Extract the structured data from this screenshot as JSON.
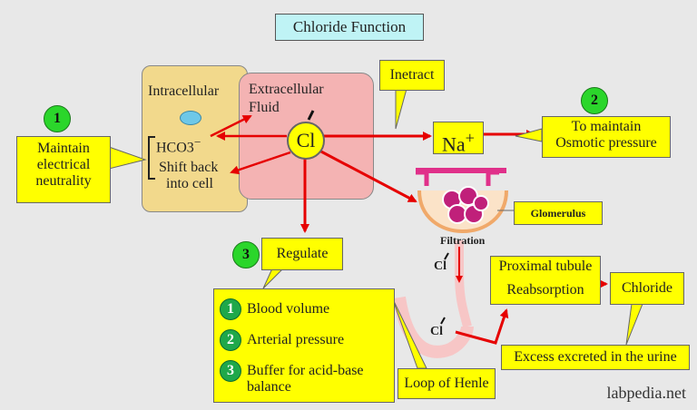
{
  "title": "Chloride Function",
  "intracellular": "Intracellular",
  "extracellular": {
    "line1": "Extracellular",
    "line2": "Fluid"
  },
  "hco3": "HCO3",
  "hco3_sup": "−",
  "shift": {
    "line1": "Shift back",
    "line2": "into cell"
  },
  "cl_center": "Cl",
  "interact": "Inetract",
  "na": "Na",
  "na_sup": "+",
  "numbers": {
    "one": "1",
    "two": "2",
    "three": "3"
  },
  "maintain": {
    "line1": "Maintain",
    "line2": "electrical",
    "line3": "neutrality"
  },
  "osmotic": {
    "line1": "To maintain",
    "line2": "Osmotic pressure"
  },
  "glomerulus": "Glomerulus",
  "filtration": "Filtration",
  "cl_small": "Cl",
  "regulate": "Regulate",
  "regulate_items": [
    {
      "num": "1",
      "text": "Blood volume"
    },
    {
      "num": "2",
      "text": "Arterial pressure"
    },
    {
      "num": "3",
      "text": "Buffer for acid-base",
      "text2": "balance"
    }
  ],
  "proximal": {
    "line1": "Proximal tubule",
    "line2": "Reabsorption"
  },
  "chloride": "Chloride",
  "excess": "Excess excreted in the urine",
  "loop": "Loop of Henle",
  "watermark": "labpedia.net",
  "colors": {
    "arrow": "#e60000",
    "yellow_box": "#ffff00",
    "green_badge": "#2bd62b",
    "cyan_title": "#bff3f5"
  }
}
